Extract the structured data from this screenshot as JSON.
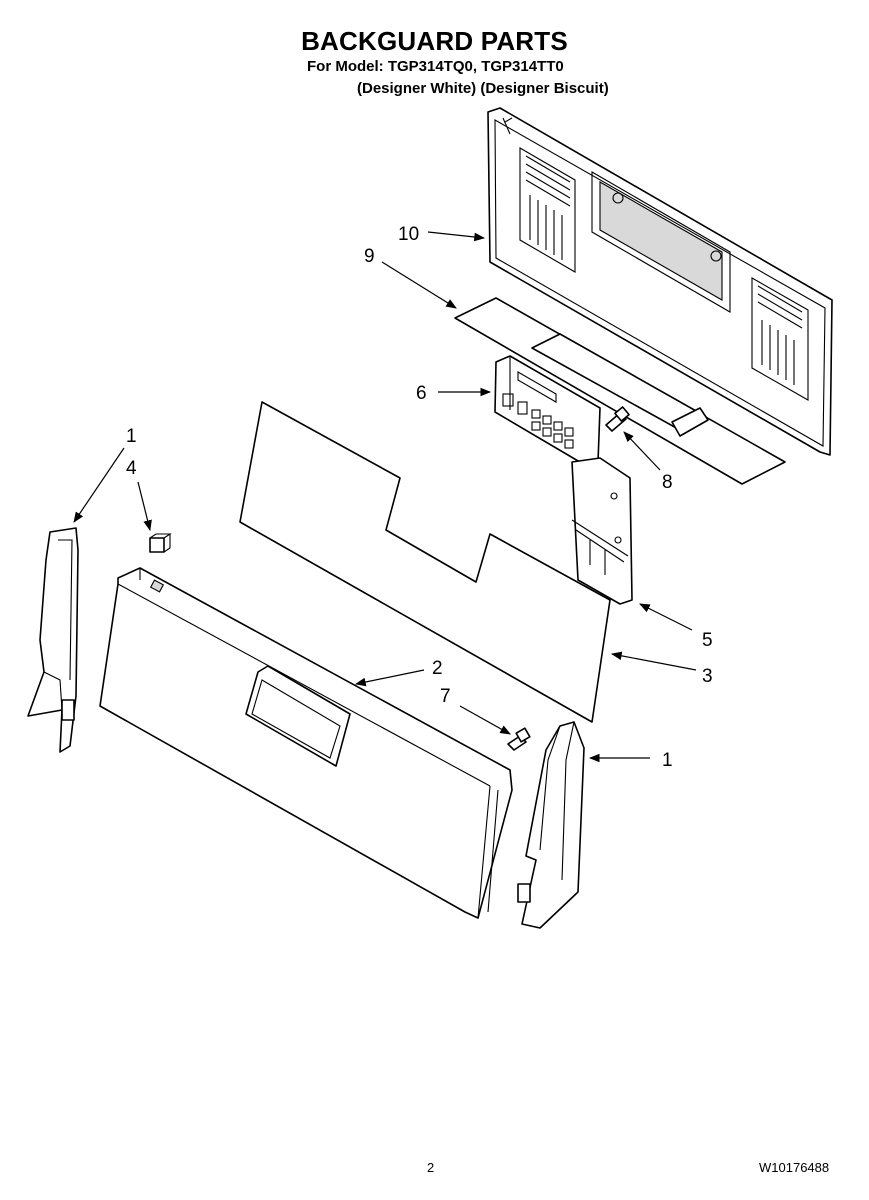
{
  "header": {
    "title": "BACKGUARD PARTS",
    "model_line": "For Model: TGP314TQ0, TGP314TT0",
    "color_line": "(Designer White) (Designer Biscuit)"
  },
  "callouts": {
    "c10": "10",
    "c9": "9",
    "c6": "6",
    "c8": "8",
    "c1_left": "1",
    "c4": "4",
    "c5": "5",
    "c3": "3",
    "c2": "2",
    "c7": "7",
    "c1_right": "1"
  },
  "footer": {
    "page_number": "2",
    "doc_code": "W10176488"
  }
}
